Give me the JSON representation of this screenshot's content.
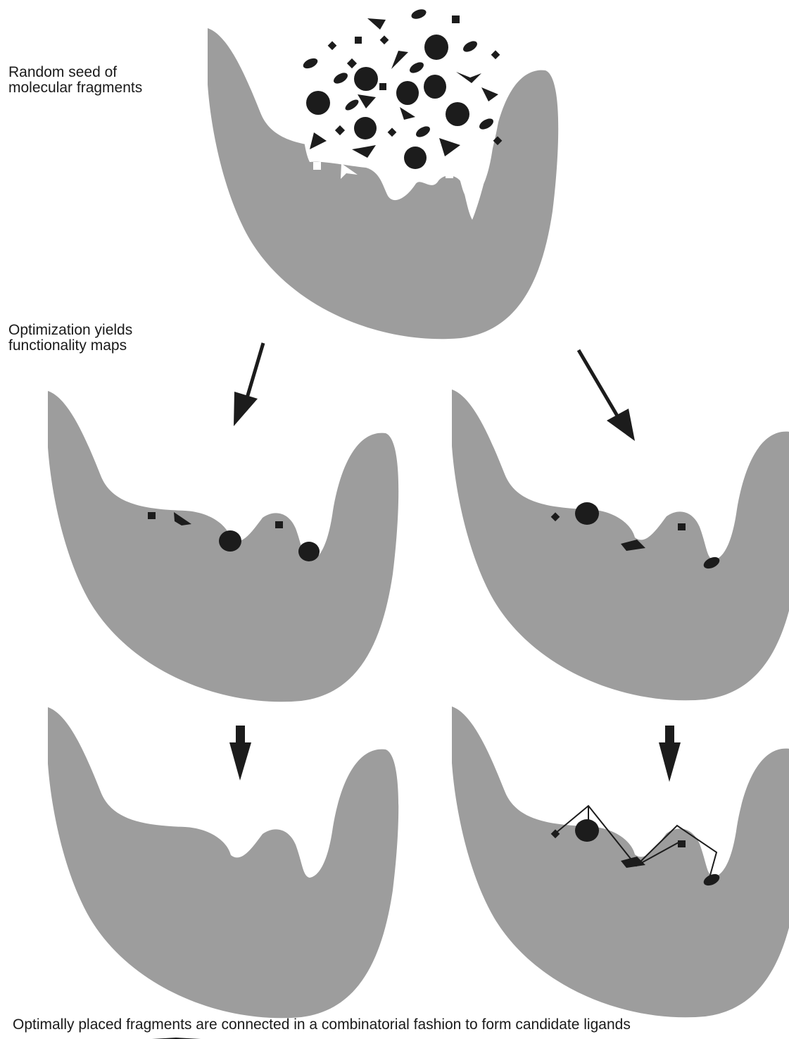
{
  "labels": {
    "seed_line1": "Random seed of",
    "seed_line2": "molecular fragments",
    "opt_line1": "Optimization yields",
    "opt_line2": "functionality maps",
    "bottom": "Optimally placed fragments are connected in a combinatorial fashion to form candidate ligands"
  },
  "colors": {
    "receptor": "#9d9d9d",
    "fragment": "#1c1c1c",
    "background": "#ffffff"
  }
}
